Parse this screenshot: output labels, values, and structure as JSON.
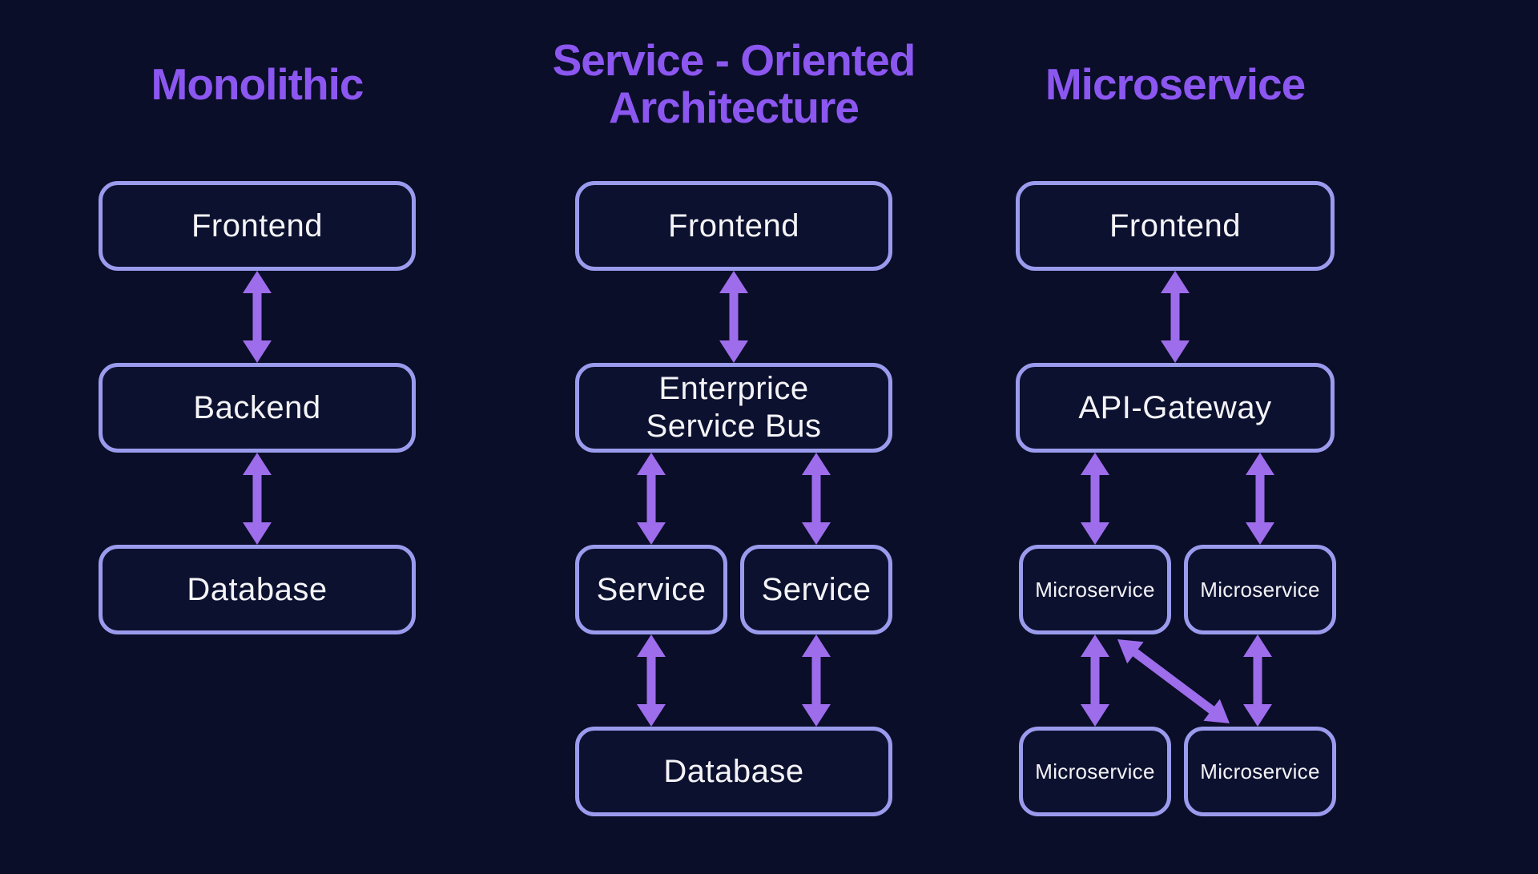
{
  "colors": {
    "background": "#0a0e28",
    "box_border": "#9b9bee",
    "box_fill": "#0d1130",
    "box_text": "#f4f4f7",
    "title_text": "#8c57f0",
    "arrow": "#9d6deb"
  },
  "columns": [
    {
      "title_lines": [
        "Monolithic"
      ],
      "boxes": [
        {
          "label": "Frontend"
        },
        {
          "label": "Backend"
        },
        {
          "label": "Database"
        }
      ]
    },
    {
      "title_lines": [
        "Service - Oriented",
        "Architecture"
      ],
      "boxes": [
        {
          "label": "Frontend"
        },
        {
          "label": "Enterprice Service Bus"
        },
        {
          "label": "Service"
        },
        {
          "label": "Service"
        },
        {
          "label": "Database"
        }
      ]
    },
    {
      "title_lines": [
        "Microservice"
      ],
      "boxes": [
        {
          "label": "Frontend"
        },
        {
          "label": "API-Gateway"
        },
        {
          "label": "Microservice"
        },
        {
          "label": "Microservice"
        },
        {
          "label": "Microservice"
        },
        {
          "label": "Microservice"
        }
      ]
    }
  ]
}
